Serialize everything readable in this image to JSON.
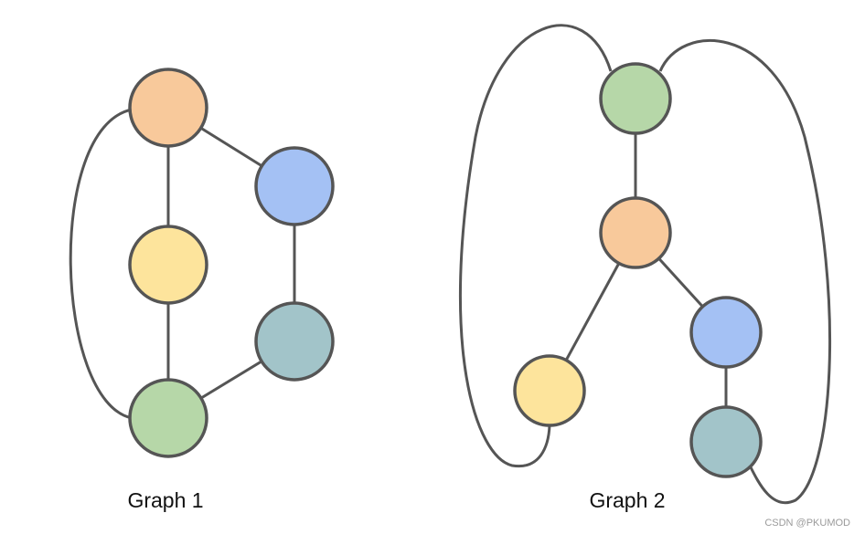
{
  "colors": {
    "edge": "#555555",
    "orange": "#f8c99b",
    "blue": "#a4c1f4",
    "yellow": "#fde49c",
    "teal": "#a2c4c9",
    "green": "#b6d7a8"
  },
  "graph1": {
    "caption": "Graph 1",
    "nodes": [
      {
        "id": "orange",
        "color": "#f8c99b"
      },
      {
        "id": "blue",
        "color": "#a4c1f4"
      },
      {
        "id": "yellow",
        "color": "#fde49c"
      },
      {
        "id": "teal",
        "color": "#a2c4c9"
      },
      {
        "id": "green",
        "color": "#b6d7a8"
      }
    ],
    "edges": [
      [
        "orange",
        "yellow"
      ],
      [
        "orange",
        "blue"
      ],
      [
        "yellow",
        "green"
      ],
      [
        "blue",
        "teal"
      ],
      [
        "teal",
        "green"
      ],
      [
        "orange",
        "green"
      ]
    ]
  },
  "graph2": {
    "caption": "Graph 2",
    "nodes": [
      {
        "id": "green",
        "color": "#b6d7a8"
      },
      {
        "id": "orange",
        "color": "#f8c99b"
      },
      {
        "id": "yellow",
        "color": "#fde49c"
      },
      {
        "id": "blue",
        "color": "#a4c1f4"
      },
      {
        "id": "teal",
        "color": "#a2c4c9"
      }
    ],
    "edges": [
      [
        "green",
        "orange"
      ],
      [
        "orange",
        "yellow"
      ],
      [
        "orange",
        "blue"
      ],
      [
        "blue",
        "teal"
      ],
      [
        "green",
        "yellow"
      ],
      [
        "green",
        "teal"
      ]
    ]
  },
  "watermark": "CSDN @PKUMOD"
}
